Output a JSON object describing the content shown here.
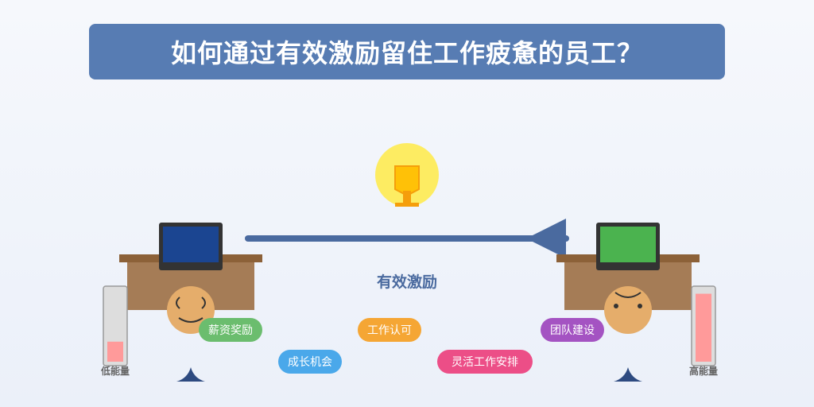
{
  "title": "如何通过有效激励留住工作疲惫的员工？",
  "center_label": "有效激励",
  "energy": {
    "low_label": "低能量",
    "high_label": "高能量",
    "low_level": 0.28,
    "high_level": 0.95
  },
  "pills": [
    {
      "label": "薪资奖励",
      "color": "#6bbd6e"
    },
    {
      "label": "成长机会",
      "color": "#4aa8ea"
    },
    {
      "label": "工作认可",
      "color": "#f5a634"
    },
    {
      "label": "灵活工作安排",
      "color": "#ec4e87"
    },
    {
      "label": "团队建设",
      "color": "#a453c2"
    }
  ],
  "colors": {
    "title_bg": "#577cb3",
    "arrow": "#4a6a9f",
    "desk": "#a57c56",
    "desk_top": "#8c6138",
    "face": "#e5ad6b",
    "tired_screen": "#1b4591",
    "happy_screen": "#4bb34f",
    "bulb": "#fdec62",
    "trophy": "#ffc107"
  },
  "icons": [
    "lightbulb-icon",
    "trophy-icon",
    "laptop-icon",
    "tired-face-icon",
    "happy-face-icon",
    "battery-icon"
  ]
}
